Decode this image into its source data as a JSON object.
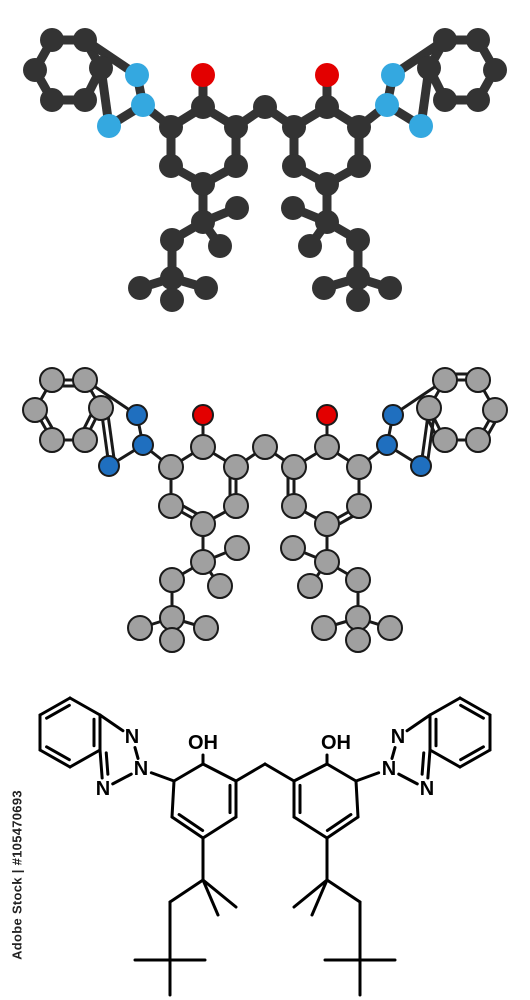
{
  "colors": {
    "carbon_dark": "#333333",
    "oxygen": "#e30000",
    "nitrogen_light": "#34a8e0",
    "carbon_grey": "#a0a0a0",
    "nitrogen_blue": "#1f6fbf",
    "outline": "#1a1a1a",
    "line": "#000000"
  },
  "labels": {
    "oh_left": "OH",
    "oh_right": "OH",
    "n": "N"
  },
  "stock_id": "Adobe Stock | #105470693"
}
